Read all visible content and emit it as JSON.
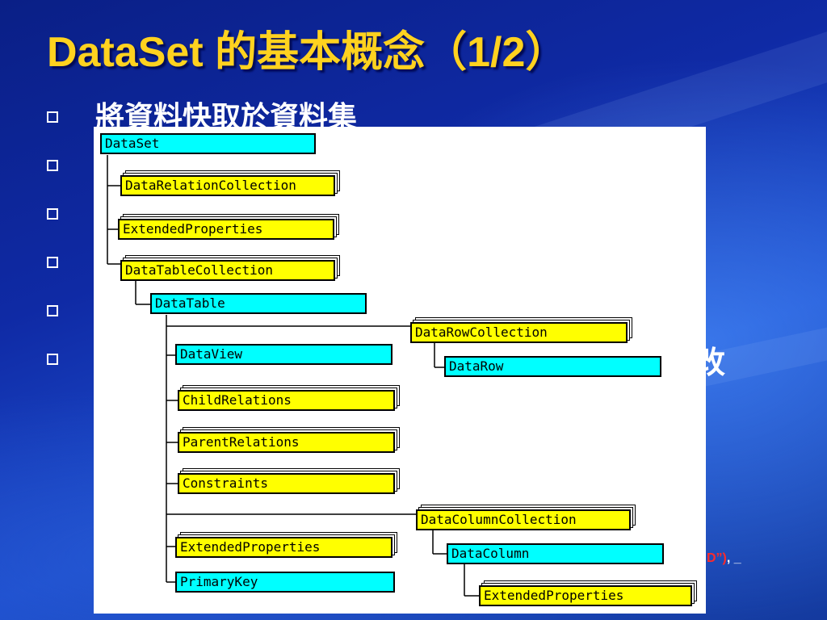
{
  "slide": {
    "title": "DataSet 的基本概念（1/2）",
    "first_bullet": "將資料快取於資料集",
    "overflow_glyph": "改",
    "code_tail_red": "D”)",
    "code_tail_plain": ", _",
    "bullet_count": 6
  },
  "diagram": {
    "nodes": [
      {
        "id": "dataset",
        "label": "DataSet",
        "style": "cyan",
        "stacked": false
      },
      {
        "id": "datarelationcollection",
        "label": "DataRelationCollection",
        "style": "yellow",
        "stacked": true
      },
      {
        "id": "extendedproperties-1",
        "label": "ExtendedProperties",
        "style": "yellow",
        "stacked": true
      },
      {
        "id": "datatablecollection",
        "label": "DataTableCollection",
        "style": "yellow",
        "stacked": true
      },
      {
        "id": "datatable",
        "label": "DataTable",
        "style": "cyan",
        "stacked": false
      },
      {
        "id": "datarowcollection",
        "label": "DataRowCollection",
        "style": "yellow",
        "stacked": true
      },
      {
        "id": "datarow",
        "label": "DataRow",
        "style": "cyan",
        "stacked": false
      },
      {
        "id": "dataview",
        "label": "DataView",
        "style": "cyan",
        "stacked": false
      },
      {
        "id": "childrelations",
        "label": "ChildRelations",
        "style": "yellow",
        "stacked": true
      },
      {
        "id": "parentrelations",
        "label": "ParentRelations",
        "style": "yellow",
        "stacked": true
      },
      {
        "id": "constraints",
        "label": "Constraints",
        "style": "yellow",
        "stacked": true
      },
      {
        "id": "datacolumncollection",
        "label": "DataColumnCollection",
        "style": "yellow",
        "stacked": true
      },
      {
        "id": "extendedproperties-2",
        "label": "ExtendedProperties",
        "style": "yellow",
        "stacked": true
      },
      {
        "id": "datacolumn",
        "label": "DataColumn",
        "style": "cyan",
        "stacked": false
      },
      {
        "id": "primarykey",
        "label": "PrimaryKey",
        "style": "cyan",
        "stacked": false
      },
      {
        "id": "extendedproperties-3",
        "label": "ExtendedProperties",
        "style": "yellow",
        "stacked": true
      }
    ]
  },
  "colors": {
    "title": "#ffd21f",
    "cyan_node": "#00ffff",
    "yellow_node": "#ffff00",
    "tail_red": "#ff2a2a"
  }
}
